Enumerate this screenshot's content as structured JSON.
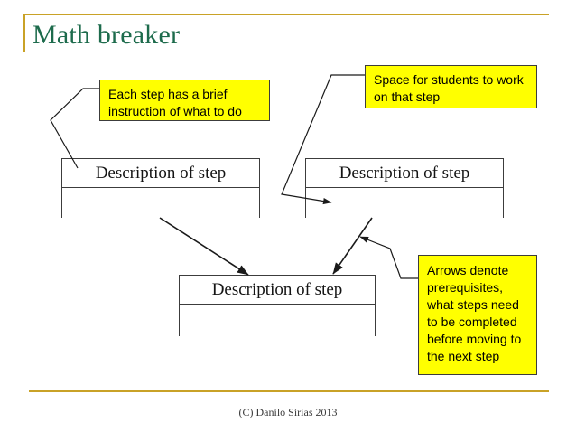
{
  "slide": {
    "title": "Math breaker",
    "footer": "(C) Danilo Sirias 2013",
    "accent_color": "#c9a227",
    "title_color": "#1d6b4c",
    "callout_color": "#ffff00",
    "line_color": "#1a1a1a"
  },
  "steps": [
    {
      "title": "Description of step",
      "work_area": ""
    },
    {
      "title": "Description of step",
      "work_area": ""
    },
    {
      "title": "Description of step",
      "work_area": ""
    }
  ],
  "callouts": [
    {
      "id": "instruction",
      "text": "Each step has a brief instruction of what to do"
    },
    {
      "id": "space",
      "text": "Space for students to work on that step"
    },
    {
      "id": "arrows",
      "text": "Arrows denote prerequisites, what steps need to be completed before moving to the next step"
    }
  ]
}
